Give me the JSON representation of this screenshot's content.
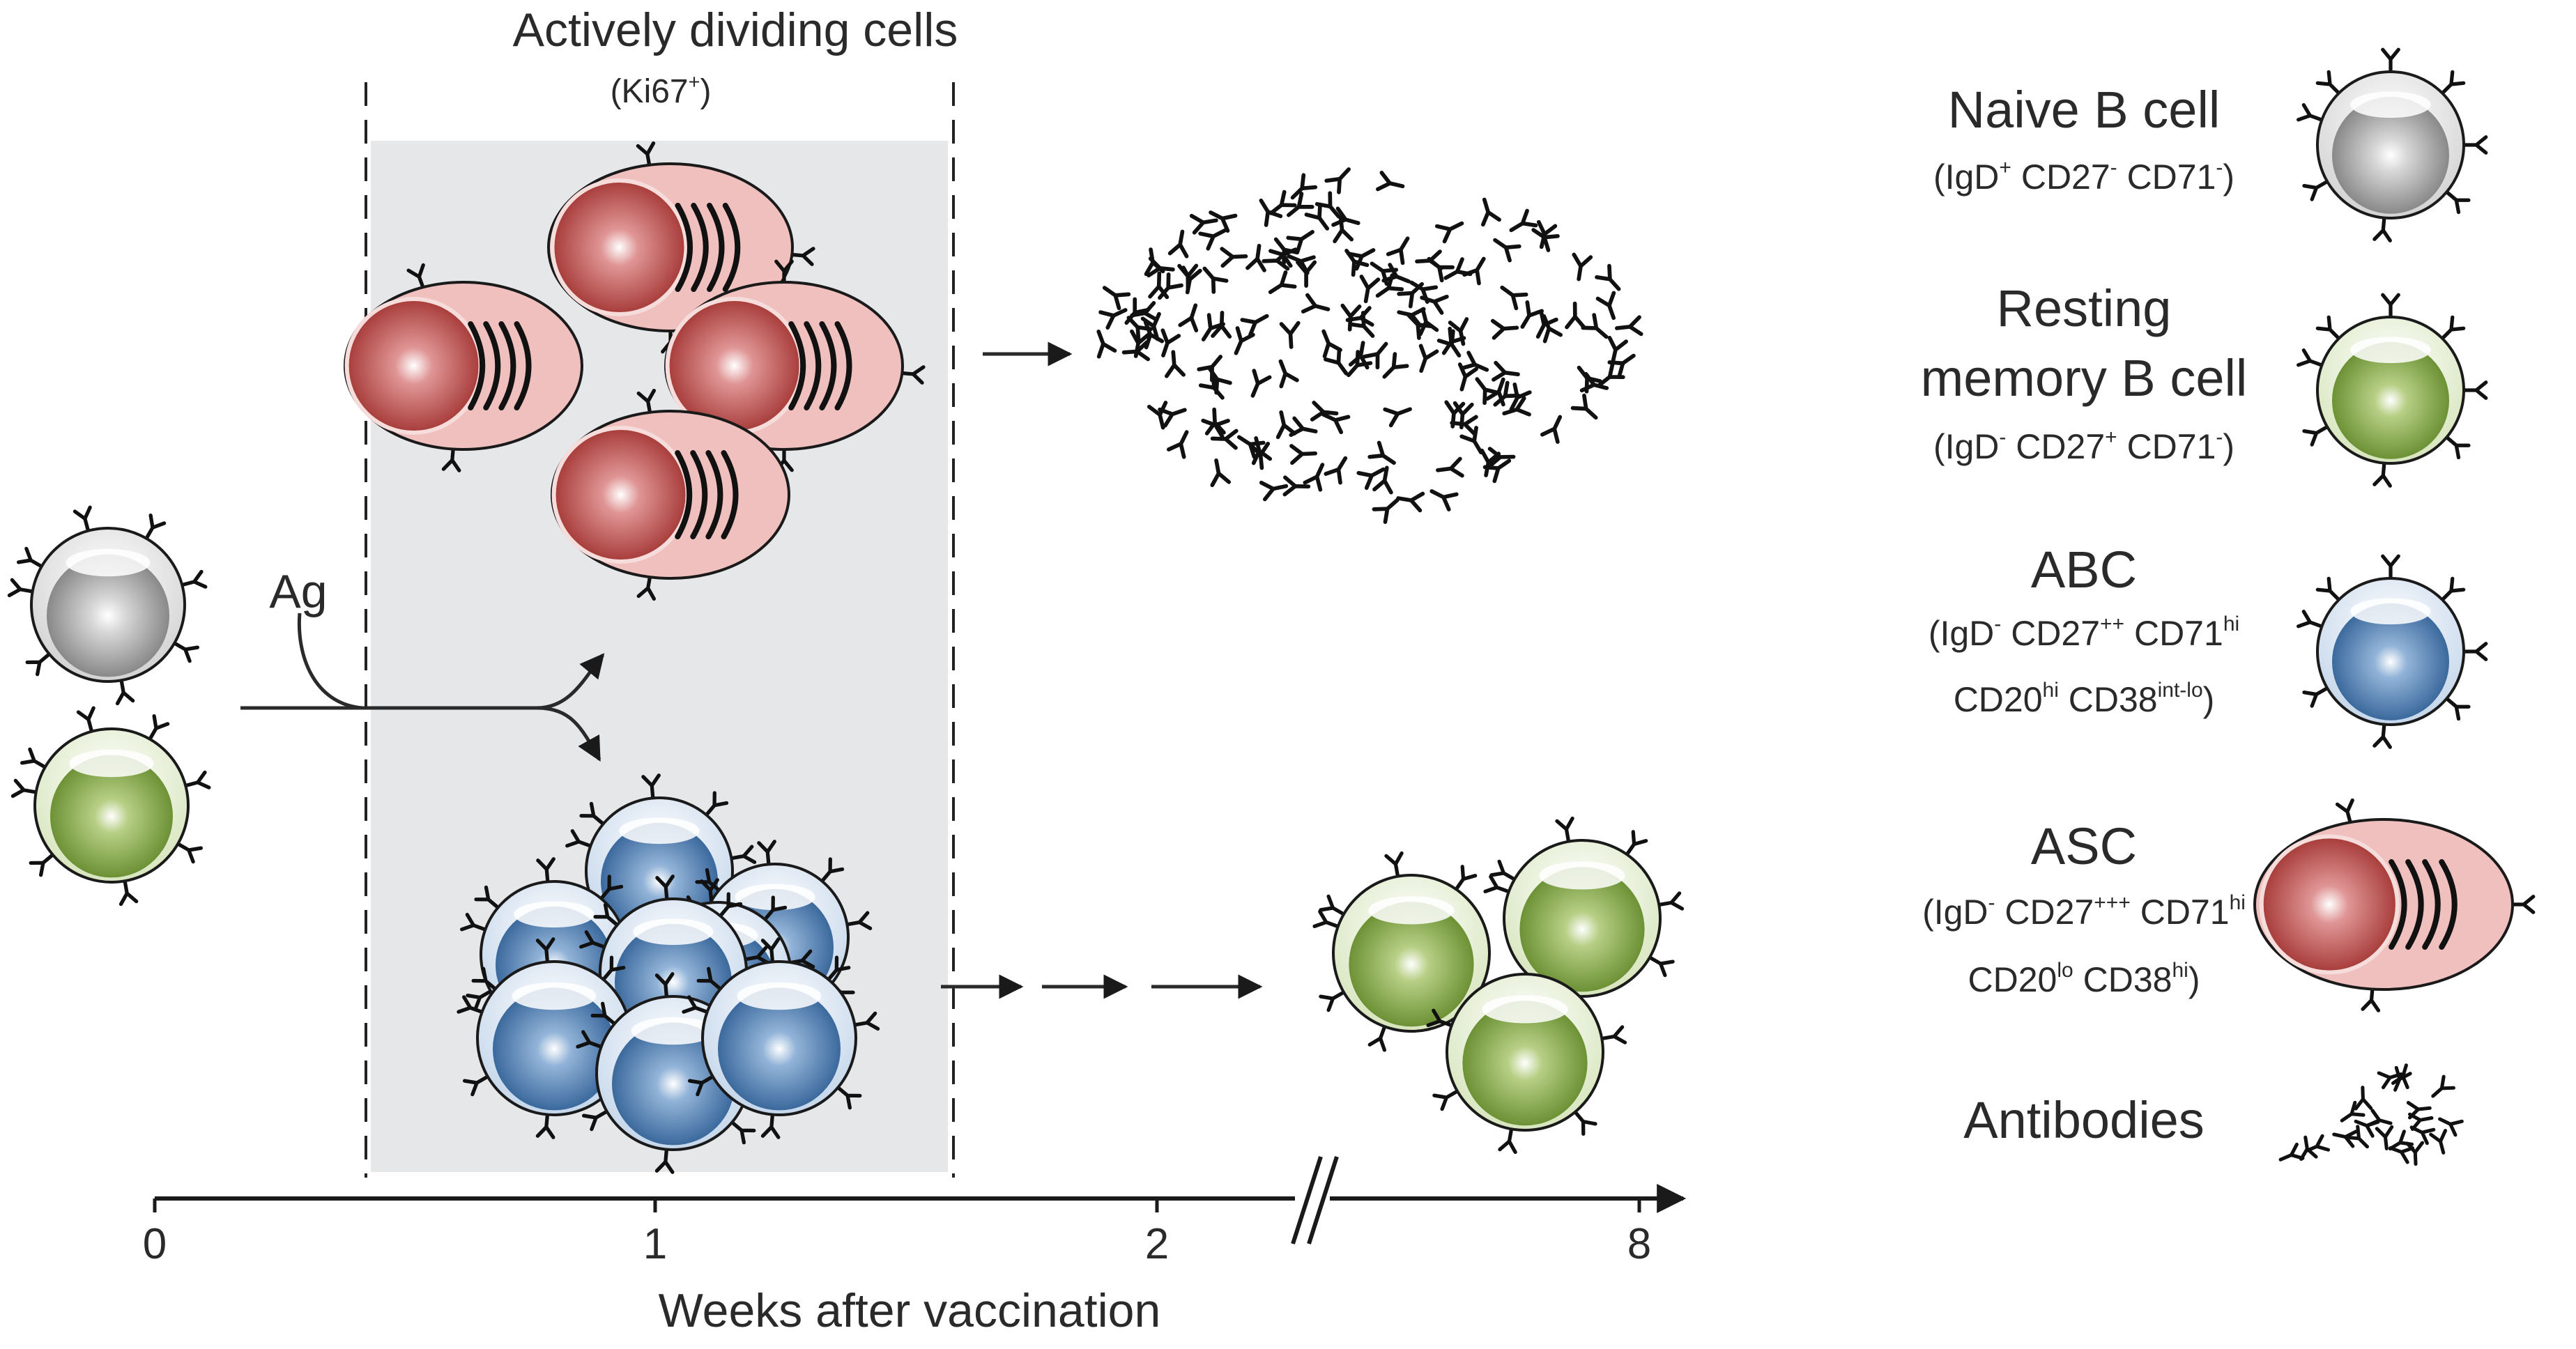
{
  "header": {
    "title": "Actively dividing cells",
    "subtitle_base": "(Ki67",
    "subtitle_sup": "+",
    "subtitle_end": ")"
  },
  "ag_label": "Ag",
  "axis": {
    "title": "Weeks after vaccination",
    "ticks": [
      "0",
      "1",
      "2",
      "8"
    ],
    "break_symbol": "//"
  },
  "legend": {
    "naive": {
      "title": "Naive B cell",
      "m": [
        [
          "(IgD",
          ""
        ],
        [
          "+",
          "sup"
        ],
        [
          " CD27",
          ""
        ],
        [
          "-",
          "sup"
        ],
        [
          " CD71",
          ""
        ],
        [
          "-",
          "sup"
        ],
        [
          ")",
          ""
        ]
      ]
    },
    "memory": {
      "title_1": "Resting",
      "title_2": "memory B cell",
      "m": [
        [
          "(IgD",
          ""
        ],
        [
          "-",
          "sup"
        ],
        [
          " CD27",
          ""
        ],
        [
          "+",
          "sup"
        ],
        [
          " CD71",
          ""
        ],
        [
          "-",
          "sup"
        ],
        [
          ")",
          ""
        ]
      ]
    },
    "abc": {
      "title": "ABC",
      "m1": [
        [
          "(IgD",
          ""
        ],
        [
          "-",
          "sup"
        ],
        " CD27",
        [
          "++",
          "sup"
        ],
        [
          " CD71",
          ""
        ],
        [
          "hi",
          "sup"
        ]
      ],
      "m2": [
        [
          "CD20",
          ""
        ],
        [
          "hi",
          "sup"
        ],
        [
          " CD38",
          ""
        ],
        [
          "int-lo",
          "sup"
        ],
        [
          ")",
          ""
        ]
      ]
    },
    "asc": {
      "title": "ASC",
      "m1": [
        [
          "(IgD",
          ""
        ],
        [
          "-",
          "sup"
        ],
        [
          " CD27",
          ""
        ],
        [
          "+++",
          "sup"
        ],
        [
          " CD71",
          ""
        ],
        [
          "hi",
          "sup"
        ]
      ],
      "m2": [
        [
          "CD20",
          ""
        ],
        [
          "lo",
          "sup"
        ],
        [
          " CD38",
          ""
        ],
        [
          "hi",
          "sup"
        ],
        [
          ")",
          ""
        ]
      ]
    },
    "antibodies": {
      "title": "Antibodies"
    }
  },
  "colors": {
    "naive": "#9a9a9a",
    "memory": "#7da33a",
    "abc": "#3f74ad",
    "asc": "#b5413f",
    "asc_body": "#f0c2c0",
    "shade": "#e6e7e9"
  }
}
